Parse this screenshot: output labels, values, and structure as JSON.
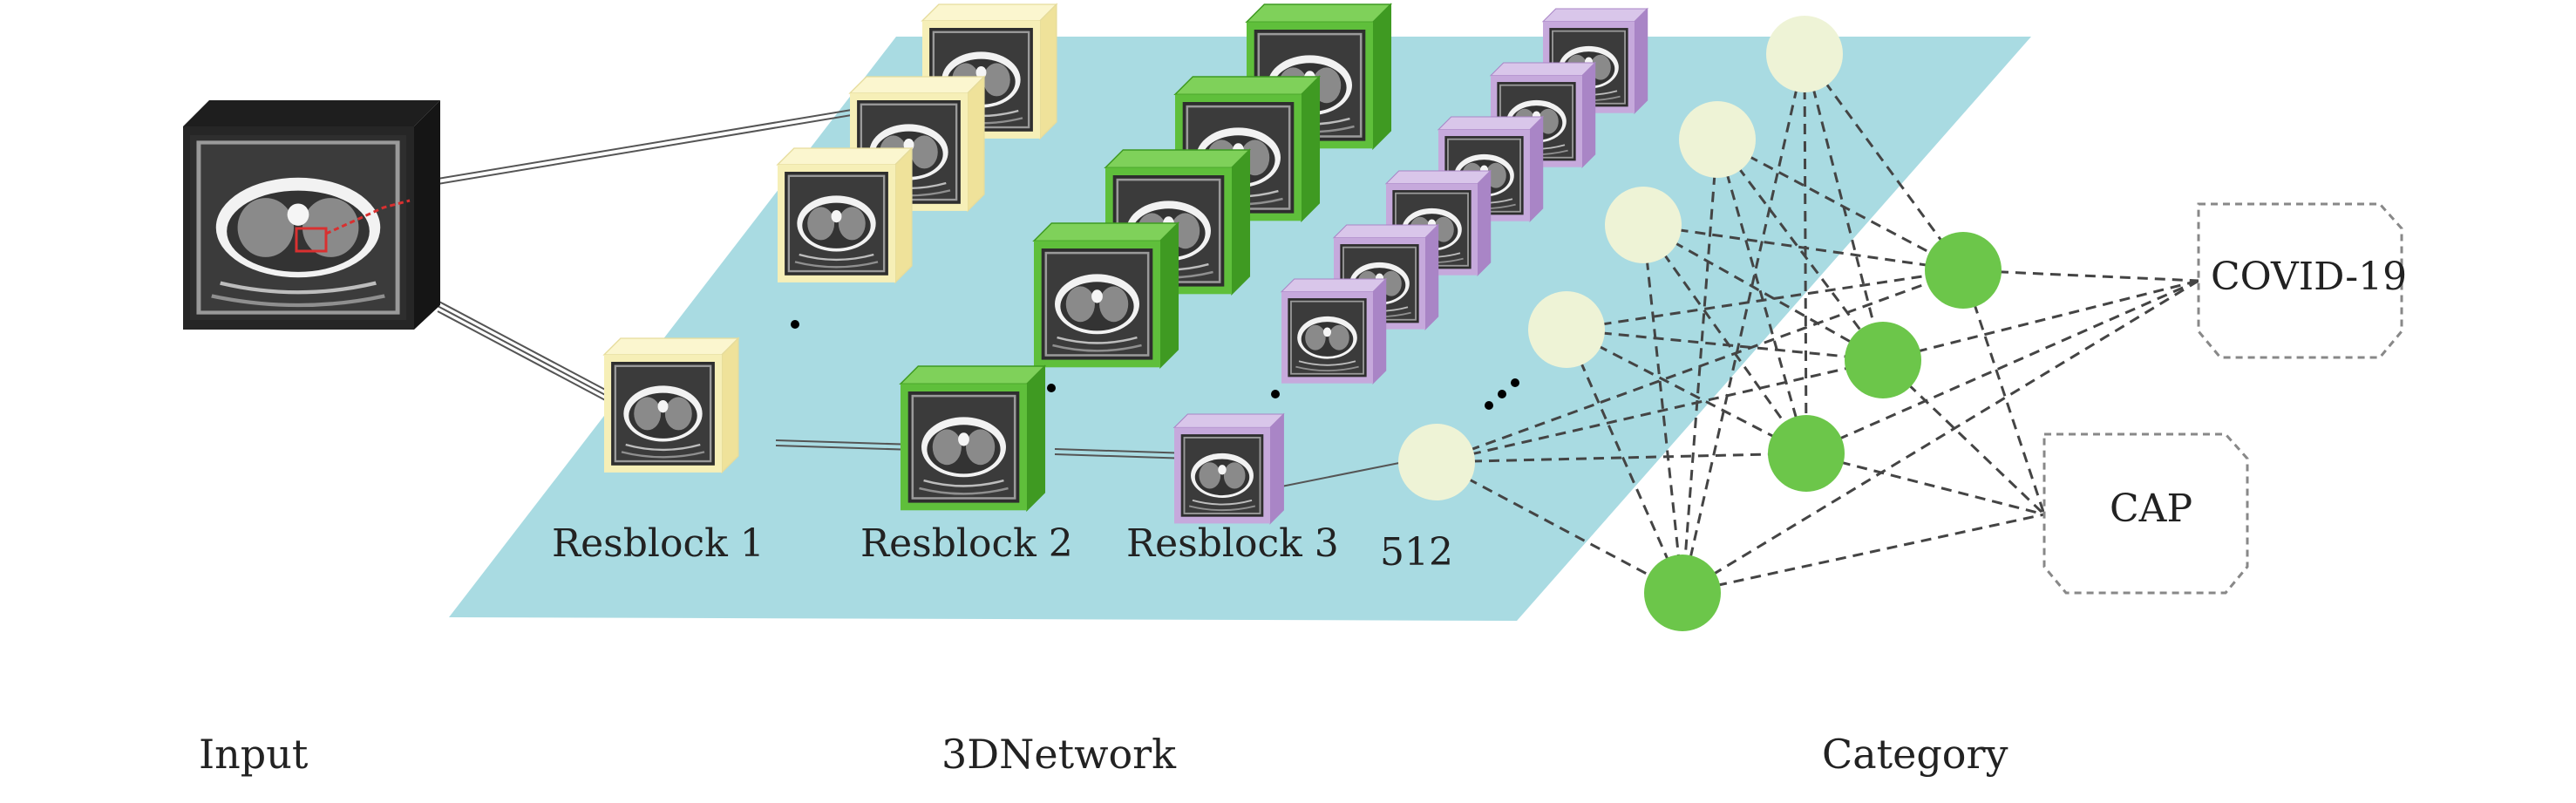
{
  "stage_labels": {
    "input": "Input",
    "network": "3DNetwork",
    "category": "Category"
  },
  "block_labels": {
    "resblock1": "Resblock 1",
    "resblock2": "Resblock 2",
    "resblock3": "Resblock 3",
    "features": "512"
  },
  "classes": {
    "covid": "COVID-19",
    "cap": "CAP"
  },
  "colors": {
    "platform": "#a9dbe2",
    "resblock1": "#f6efb7",
    "resblock2": "#5fbf3b",
    "resblock3": "#c6a9dc",
    "feature_node": "#eef3d6",
    "hidden_node": "#6cc64a",
    "ct_frame": "#2b2b2b"
  }
}
